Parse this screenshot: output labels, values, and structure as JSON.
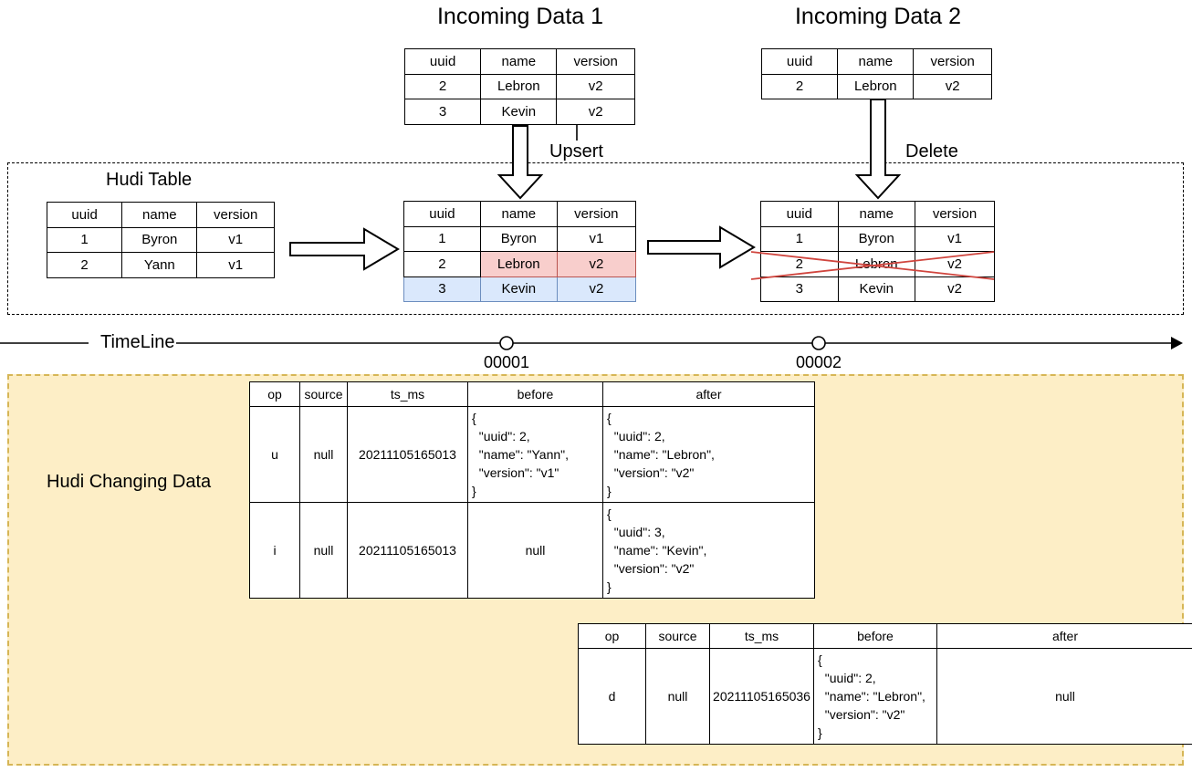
{
  "titles": {
    "incoming1": "Incoming Data 1",
    "incoming2": "Incoming Data 2",
    "hudi_table": "Hudi Table",
    "upsert": "Upsert",
    "delete": "Delete",
    "timeline": "TimeLine",
    "commit1": "00001",
    "commit2": "00002",
    "changing": "Hudi Changing Data"
  },
  "colors": {
    "updated_row_fill": "#f8cecc",
    "updated_row_border": "#b85450",
    "inserted_row_fill": "#dae8fc",
    "inserted_row_border": "#6c8ebf",
    "delete_cross": "#d0453e",
    "changing_box_fill": "#fdeec6",
    "changing_box_border": "#d6b656"
  },
  "tables": {
    "incoming1": {
      "headers": [
        "uuid",
        "name",
        "version"
      ],
      "rows": [
        [
          "2",
          "Lebron",
          "v2"
        ],
        [
          "3",
          "Kevin",
          "v2"
        ]
      ]
    },
    "incoming2": {
      "headers": [
        "uuid",
        "name",
        "version"
      ],
      "rows": [
        [
          "2",
          "Lebron",
          "v2"
        ]
      ]
    },
    "hudi_initial": {
      "headers": [
        "uuid",
        "name",
        "version"
      ],
      "rows": [
        [
          "1",
          "Byron",
          "v1"
        ],
        [
          "2",
          "Yann",
          "v1"
        ]
      ]
    },
    "hudi_after_upsert": {
      "headers": [
        "uuid",
        "name",
        "version"
      ],
      "rows": [
        [
          "1",
          "Byron",
          "v1"
        ],
        [
          "2",
          "Lebron",
          "v2"
        ],
        [
          "3",
          "Kevin",
          "v2"
        ]
      ]
    },
    "hudi_after_delete": {
      "headers": [
        "uuid",
        "name",
        "version"
      ],
      "rows": [
        [
          "1",
          "Byron",
          "v1"
        ],
        [
          "2",
          "Lebron",
          "v2"
        ],
        [
          "3",
          "Kevin",
          "v2"
        ]
      ]
    },
    "changelog1": {
      "headers": [
        "op",
        "source",
        "ts_ms",
        "before",
        "after"
      ],
      "rows": [
        [
          "u",
          "null",
          "20211105165013",
          "{\n  \"uuid\": 2,\n  \"name\": \"Yann\",\n  \"version\": \"v1\"\n}",
          "{\n  \"uuid\": 2,\n  \"name\": \"Lebron\",\n  \"version\": \"v2\"\n}"
        ],
        [
          "i",
          "null",
          "20211105165013",
          "null",
          "{\n  \"uuid\": 3,\n  \"name\": \"Kevin\",\n  \"version\": \"v2\"\n}"
        ]
      ]
    },
    "changelog2": {
      "headers": [
        "op",
        "source",
        "ts_ms",
        "before",
        "after"
      ],
      "rows": [
        [
          "d",
          "null",
          "20211105165036",
          "{\n  \"uuid\": 2,\n  \"name\": \"Lebron\",\n  \"version\": \"v2\"\n}",
          "null"
        ]
      ]
    }
  }
}
